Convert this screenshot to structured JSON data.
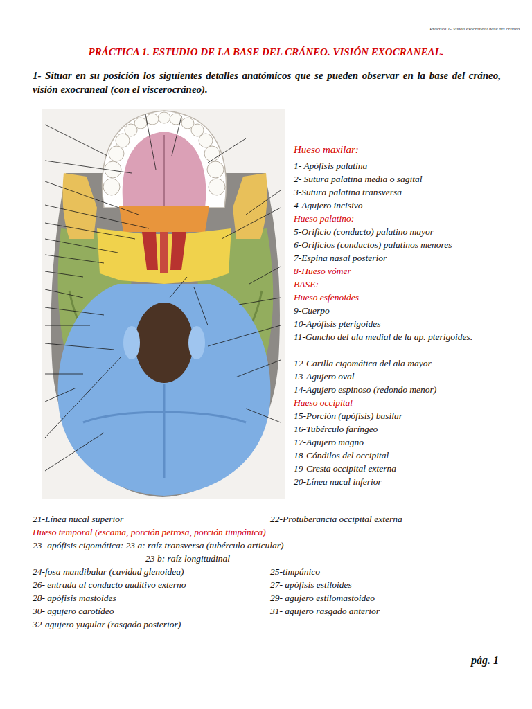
{
  "diagram": {
    "title": "PRÁCTICA 1. ESTUDIO DE LA BASE DEL CRÁNEO. VISIÓN EXOCRANEAL.",
    "labels": [
      "Práctica 1- Visión exocraneal base del cráneo",
      "1- Situar en su posición los siguientes detalles anatómicos que se pueden observar en la base del cráneo, visión exocraneal (con el viscerocráneo).",
      "Hueso maxilar:",
      "1- Apófisis palatina",
      "2- Sutura palatina media o sagital",
      "3-Sutura palatina transversa",
      "4-Agujero incisivo",
      "Hueso palatino:",
      "5-Orificio (conducto) palatino mayor",
      "6-Orificios (conductos) palatinos menores",
      "7-Espina nasal posterior",
      "8-Hueso vómer",
      "BASE:",
      "Hueso esfenoides",
      "9-Cuerpo",
      "10-Apófisis pterigoides",
      "11-Gancho del ala medial de la ap. pterigoides.",
      "12-Carilla cigomática del ala mayor",
      "13-Agujero oval",
      "14-Agujero espinoso (redondo menor)",
      "Hueso occipital",
      "15-Porción (apófisis) basilar",
      "16-Tubérculo faríngeo",
      "17-Agujero magno",
      "18-Cóndilos del occipital",
      "19-Cresta occipital externa",
      "20-Línea nucal inferior",
      "21-Línea nucal superior",
      "22-Protuberancia occipital externa",
      "Hueso temporal (escama, porción petrosa, porción timpánica)",
      "23- apófisis cigomática: 23 a: raíz transversa (tubérculo articular)",
      "23 b: raíz longitudinal",
      "24-fosa mandibular (cavidad glenoidea)",
      "25-timpánico",
      "26- entrada al conducto auditivo externo",
      "27- apófisis estiloides",
      "28- apófisis mastoides",
      "29- agujero estilomastoideo",
      "30- agujero carotídeo",
      "31- agujero rasgado anterior",
      "32-agujero yugular (rasgado posterior)",
      "pág. 1"
    ]
  }
}
